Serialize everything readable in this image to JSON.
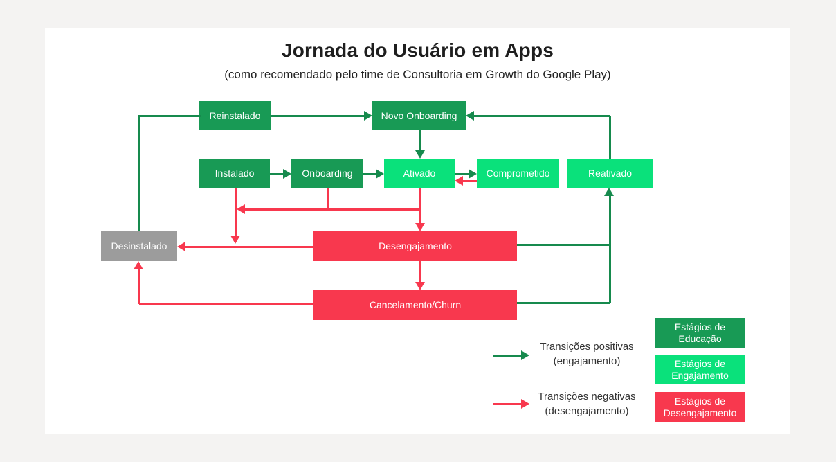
{
  "title": "Jornada do Usuário em Apps",
  "subtitle": "(como recomendado pelo time de Consultoria em Growth do Google Play)",
  "nodes": {
    "reinstalado": {
      "label": "Reinstalado",
      "stage": "education"
    },
    "novo_onboarding": {
      "label": "Novo Onboarding",
      "stage": "education"
    },
    "instalado": {
      "label": "Instalado",
      "stage": "education"
    },
    "onboarding": {
      "label": "Onboarding",
      "stage": "education"
    },
    "ativado": {
      "label": "Ativado",
      "stage": "engagement"
    },
    "comprometido": {
      "label": "Comprometido",
      "stage": "engagement"
    },
    "reativado": {
      "label": "Reativado",
      "stage": "engagement"
    },
    "desinstalado": {
      "label": "Desinstalado",
      "stage": "uninstalled"
    },
    "desengajamento": {
      "label": "Desengajamento",
      "stage": "disengagement"
    },
    "cancelamento": {
      "label": "Cancelamento/Churn",
      "stage": "disengagement"
    }
  },
  "edges": [
    {
      "from": "reinstalado",
      "to": "novo_onboarding",
      "type": "positive"
    },
    {
      "from": "novo_onboarding",
      "to": "ativado",
      "type": "positive"
    },
    {
      "from": "instalado",
      "to": "onboarding",
      "type": "positive"
    },
    {
      "from": "onboarding",
      "to": "ativado",
      "type": "positive"
    },
    {
      "from": "ativado",
      "to": "comprometido",
      "type": "positive"
    },
    {
      "from": "desinstalado",
      "to": "reinstalado",
      "type": "positive"
    },
    {
      "from": "reativado",
      "to": "novo_onboarding",
      "type": "positive"
    },
    {
      "from": "desengajamento",
      "to": "reativado",
      "type": "positive"
    },
    {
      "from": "cancelamento",
      "to": "reativado",
      "type": "positive"
    },
    {
      "from": "comprometido",
      "to": "ativado",
      "type": "negative"
    },
    {
      "from": "ativado",
      "to": "desengajamento",
      "type": "negative"
    },
    {
      "from": "onboarding",
      "to": "instalado_drop",
      "type": "negative"
    },
    {
      "from": "instalado",
      "to": "desinstalado",
      "type": "negative"
    },
    {
      "from": "desengajamento",
      "to": "desinstalado",
      "type": "negative"
    },
    {
      "from": "desengajamento",
      "to": "cancelamento",
      "type": "negative"
    },
    {
      "from": "cancelamento",
      "to": "desinstalado",
      "type": "negative"
    }
  ],
  "legend": {
    "positive": {
      "line1": "Transições positivas",
      "line2": "(engajamento)"
    },
    "negative": {
      "line1": "Transições negativas",
      "line2": "(desengajamento)"
    },
    "stages": [
      {
        "label": "Estágios de Educação",
        "type": "education"
      },
      {
        "label": "Estágios de Engajamento",
        "type": "engagement"
      },
      {
        "label": "Estágios de Desengajamento",
        "type": "disengagement"
      }
    ]
  },
  "colors": {
    "education": "#189A55",
    "engagement": "#0AE17B",
    "disengagement": "#F8384E",
    "uninstalled": "#9C9C9C",
    "positive_line": "#168A4D",
    "negative_line": "#F8384E",
    "card_bg": "#FFFFFF",
    "page_bg": "#F4F3F2"
  }
}
